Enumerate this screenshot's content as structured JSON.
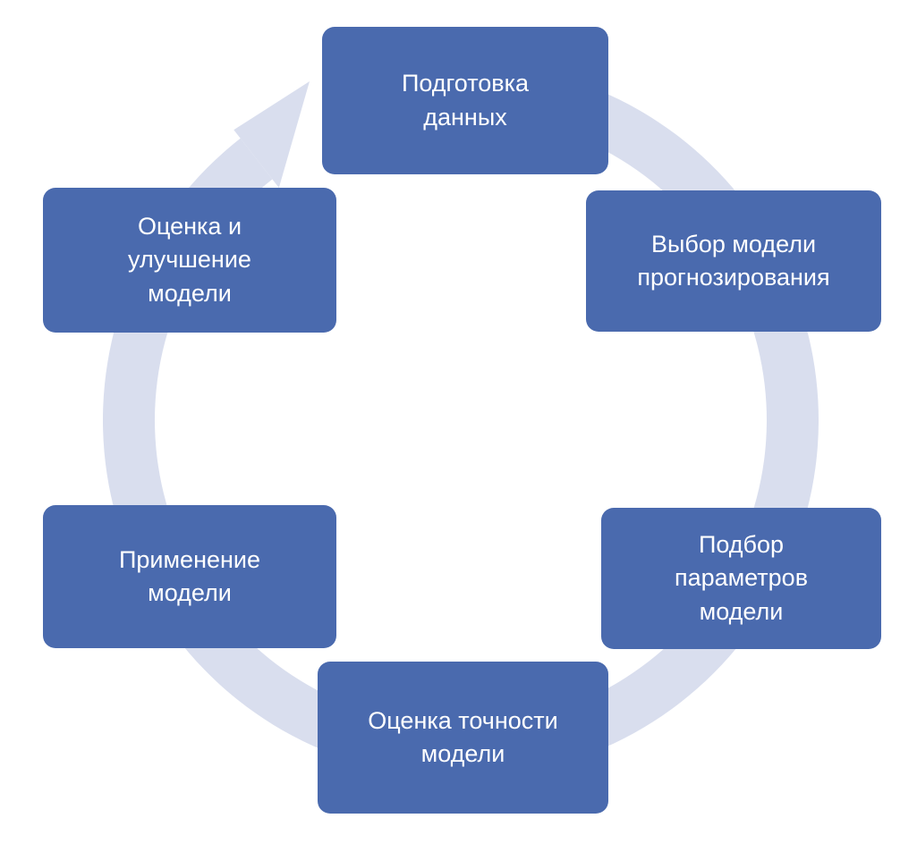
{
  "diagram": {
    "type": "cycle",
    "direction": "clockwise",
    "colors": {
      "box_fill": "#4a6aae",
      "ring_fill": "#d9deee",
      "text": "#ffffff",
      "background": "#ffffff"
    },
    "steps": [
      {
        "id": "data-preparation",
        "label": "Подготовка данных",
        "lines": [
          "Подготовка",
          "данных"
        ],
        "position": "top"
      },
      {
        "id": "model-selection",
        "label": "Выбор модели прогнозирования",
        "lines": [
          "Выбор модели",
          "прогнозирования"
        ],
        "position": "right-top"
      },
      {
        "id": "parameter-tuning",
        "label": "Подбор параметров модели",
        "lines": [
          "Подбор",
          "параметров",
          "модели"
        ],
        "position": "right-bottom"
      },
      {
        "id": "accuracy-evaluation",
        "label": "Оценка точности модели",
        "lines": [
          "Оценка точности",
          "модели"
        ],
        "position": "bottom"
      },
      {
        "id": "model-application",
        "label": "Применение модели",
        "lines": [
          "Применение",
          "модели"
        ],
        "position": "left-bottom"
      },
      {
        "id": "model-improvement",
        "label": "Оценка и улучшение модели",
        "lines": [
          "Оценка и",
          "улучшение",
          "модели"
        ],
        "position": "left-top"
      }
    ]
  }
}
